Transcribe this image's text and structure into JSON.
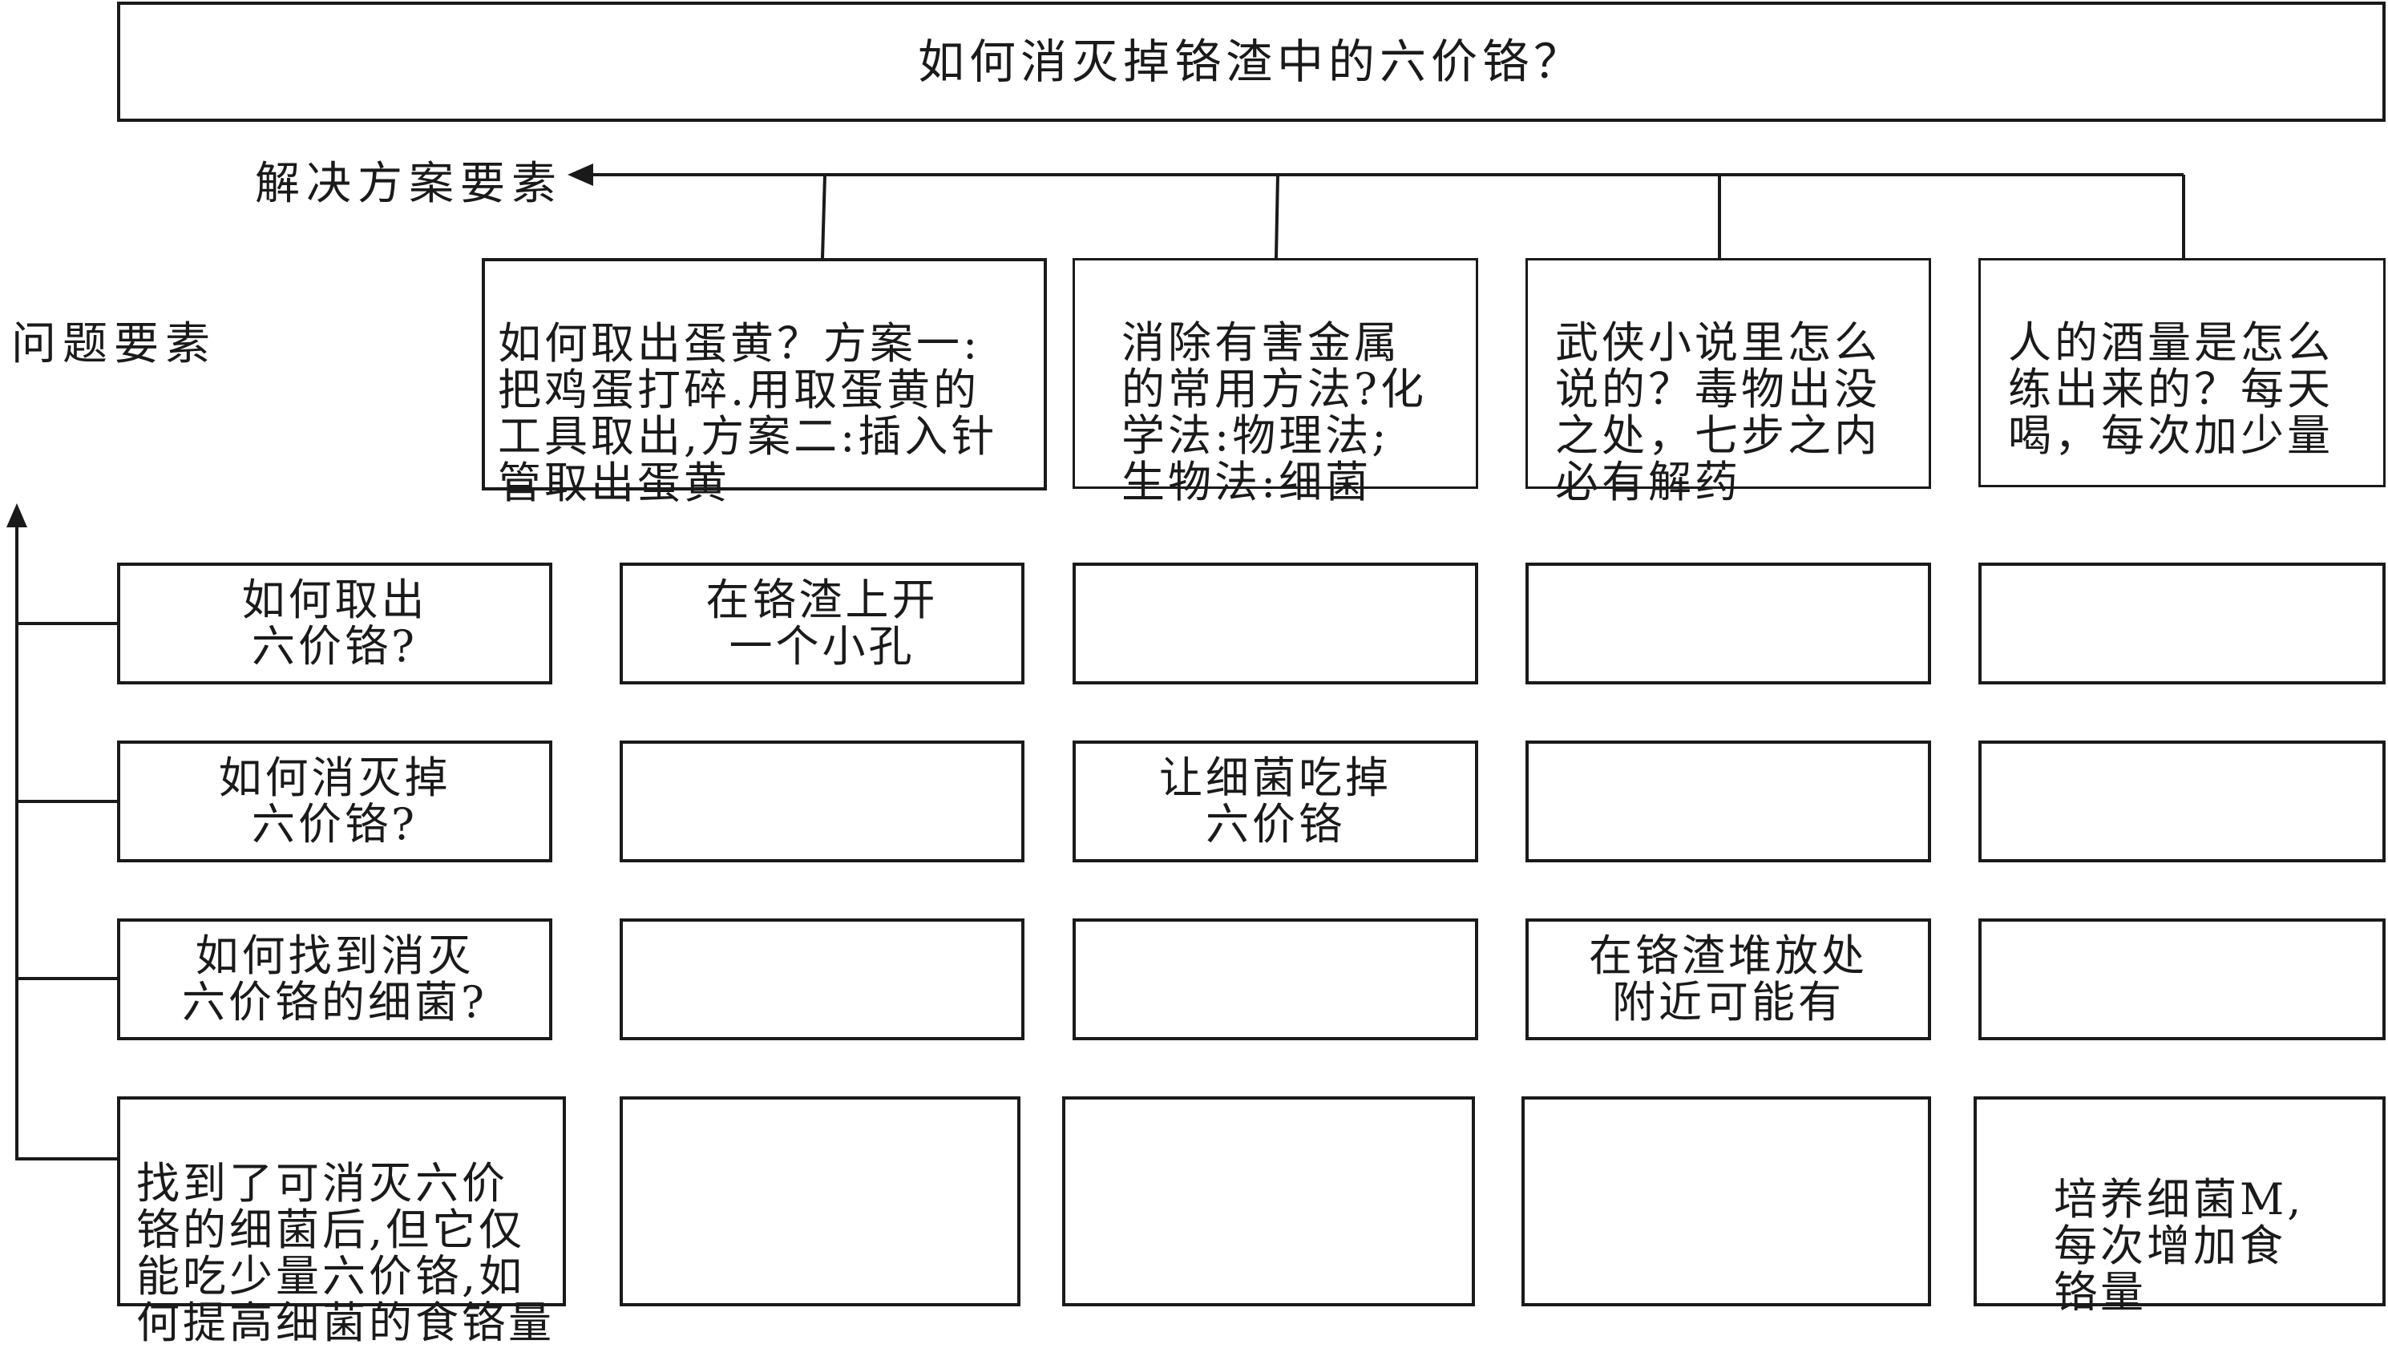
{
  "title": "如何消灭掉铬渣中的六价铬？",
  "axis_labels": {
    "solution": "解决方案要素",
    "problem": "问题要素"
  },
  "solutions": [
    "如何取出蛋黄？方案一:\n把鸡蛋打碎.用取蛋黄的\n工具取出,方案二:插入针\n管取出蛋黄",
    "消除有害金属\n的常用方法?化\n学法:物理法;\n生物法:细菌",
    "武侠小说里怎么\n说的？毒物出没\n之处，七步之内\n必有解药",
    "人的酒量是怎么\n练出来的？每天\n喝，每次加少量"
  ],
  "problems": [
    "如何取出\n六价铬?",
    "如何消灭掉\n六价铬?",
    "如何找到消灭\n六价铬的细菌?",
    "找到了可消灭六价\n铬的细菌后,但它仅\n能吃少量六价铬,如\n何提高细菌的食铬量"
  ],
  "cells": [
    [
      "在铬渣上开\n一个小孔",
      "",
      "",
      ""
    ],
    [
      "",
      "让细菌吃掉\n六价铬",
      "",
      ""
    ],
    [
      "",
      "",
      "在铬渣堆放处\n附近可能有",
      ""
    ],
    [
      "",
      "",
      "",
      "培养细菌M,\n每次增加食\n铬量"
    ]
  ]
}
